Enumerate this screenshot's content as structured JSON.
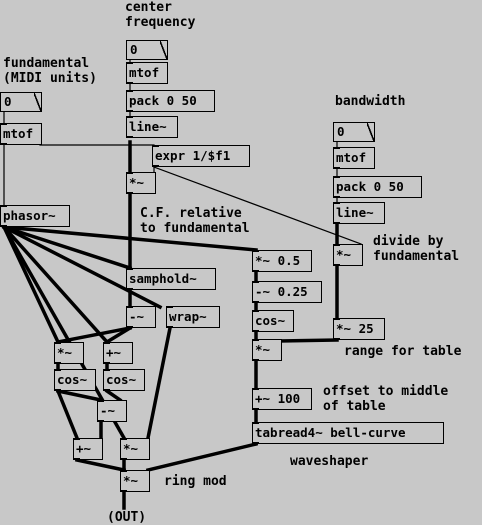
{
  "comments": {
    "center_frequency": "center\nfrequency",
    "fundamental": "fundamental\n(MIDI units)",
    "bandwidth": "bandwidth",
    "cf_relative": "C.F. relative\nto fundamental",
    "divide_by": "divide by\nfundamental",
    "range_for_table": "range for table",
    "offset_to_middle": "offset to middle\nof table",
    "waveshaper": "waveshaper",
    "ring_mod": "ring mod",
    "out": "(OUT)"
  },
  "number_boxes": {
    "center_frequency": "0",
    "fundamental": "0",
    "bandwidth": "0"
  },
  "objects": {
    "mtof_cf": "mtof",
    "pack_cf": "pack 0 50",
    "line_cf": "line~",
    "mtof_fund": "mtof",
    "expr": "expr 1/$f1",
    "mul_cf": "*~",
    "phasor": "phasor~",
    "samphold": "samphold~",
    "minus": "-~",
    "wrap": "wrap~",
    "mul_l": "*~",
    "plus_l": "+~",
    "cos_l1": "cos~",
    "cos_l2": "cos~",
    "minus_l": "-~",
    "plus_b": "+~",
    "mul_b": "*~",
    "mul_out": "*~",
    "mtof_bw": "mtof",
    "pack_bw": "pack 0 50",
    "line_bw": "line~",
    "mul_bw": "*~",
    "mul_05": "*~ 0.5",
    "minus_025": "-~ 0.25",
    "cos_w": "cos~",
    "mul_w": "*~",
    "mul_25": "*~ 25",
    "plus_100": "+~ 100",
    "tabread": "tabread4~ bell-curve"
  }
}
